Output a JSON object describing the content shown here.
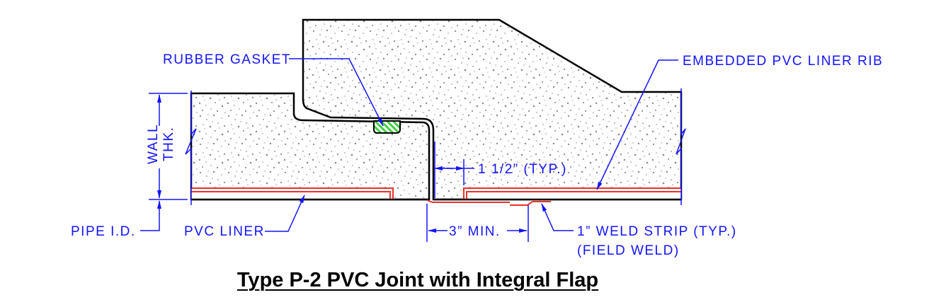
{
  "title": "Type P-2 PVC Joint with Integral Flap",
  "labels": {
    "rubber_gasket": "RUBBER GASKET",
    "embedded_rib": "EMBEDDED PVC LINER RIB",
    "wall": "WALL",
    "thk": "THK.",
    "typ_dim": "1 1/2” (TYP.)",
    "pipe_id": "PIPE I.D.",
    "pvc_liner": "PVC LINER",
    "min_dim": "3” MIN.",
    "weld_strip": "1” WELD STRIP (TYP.)",
    "field_weld": "(FIELD WELD)"
  },
  "colors": {
    "annotation": "#1414ff",
    "liner": "#e8322a",
    "gasket": "#3fcf3f",
    "outline": "#000000",
    "concrete_dots": "#808080"
  }
}
